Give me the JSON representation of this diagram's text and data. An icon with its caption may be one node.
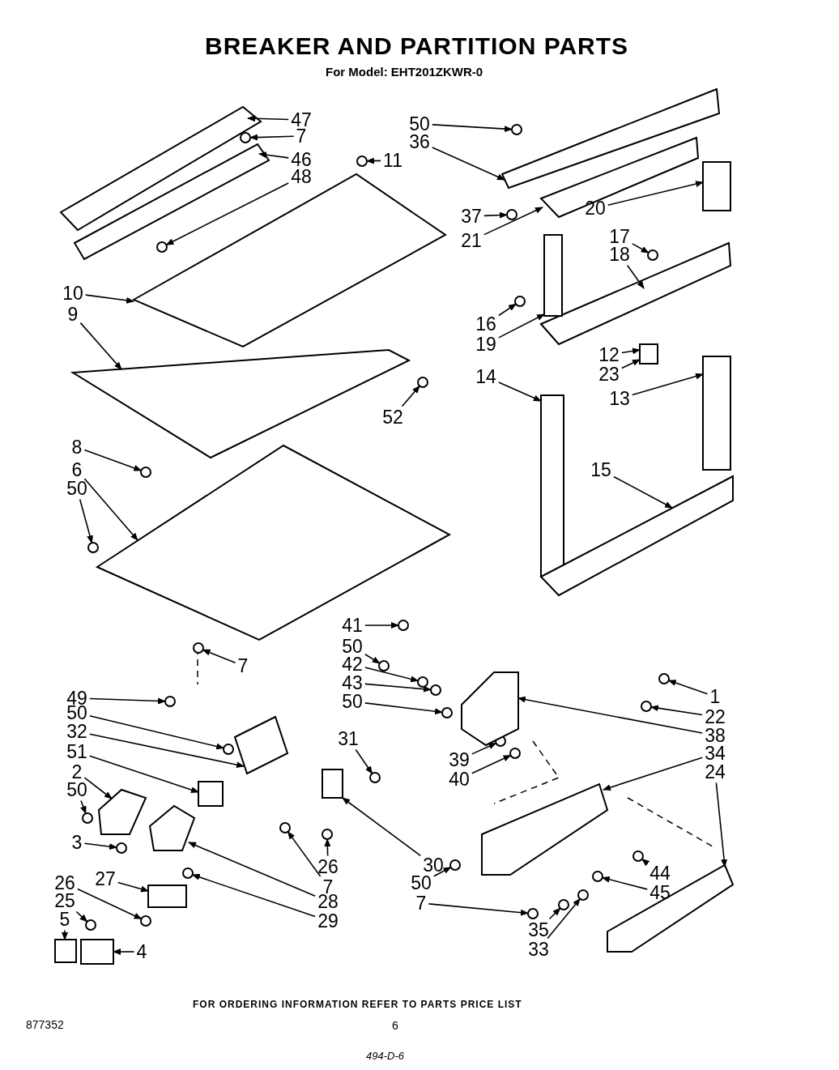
{
  "diagram": {
    "title": "BREAKER AND PARTITION PARTS",
    "nodes": [
      {
        "text": [
          "47"
        ]
      },
      {
        "text": [
          "7"
        ]
      },
      {
        "text": [
          "46"
        ]
      },
      {
        "text": [
          "48"
        ]
      },
      {
        "text": [
          "11"
        ]
      },
      {
        "text": [
          "50"
        ]
      },
      {
        "text": [
          "36"
        ]
      },
      {
        "text": [
          "37"
        ]
      },
      {
        "text": [
          "21"
        ]
      },
      {
        "text": [
          "20"
        ]
      },
      {
        "text": [
          "17"
        ]
      },
      {
        "text": [
          "18"
        ]
      },
      {
        "text": [
          "10"
        ]
      },
      {
        "text": [
          "9"
        ]
      },
      {
        "text": [
          "16"
        ]
      },
      {
        "text": [
          "19"
        ]
      },
      {
        "text": [
          "12"
        ]
      },
      {
        "text": [
          "23"
        ]
      },
      {
        "text": [
          "13"
        ]
      },
      {
        "text": [
          "14"
        ]
      },
      {
        "text": [
          "52"
        ]
      },
      {
        "text": [
          "15"
        ]
      },
      {
        "text": [
          "8"
        ]
      },
      {
        "text": [
          "6"
        ]
      },
      {
        "text": [
          "50"
        ]
      },
      {
        "text": [
          "7"
        ]
      },
      {
        "text": [
          "41"
        ]
      },
      {
        "text": [
          "50"
        ]
      },
      {
        "text": [
          "42"
        ]
      },
      {
        "text": [
          "43"
        ]
      },
      {
        "text": [
          "50"
        ]
      },
      {
        "text": [
          "31"
        ]
      },
      {
        "text": [
          "39"
        ]
      },
      {
        "text": [
          "40"
        ]
      },
      {
        "text": [
          "49"
        ]
      },
      {
        "text": [
          "50"
        ]
      },
      {
        "text": [
          "32"
        ]
      },
      {
        "text": [
          "51"
        ]
      },
      {
        "text": [
          "2"
        ]
      },
      {
        "text": [
          "50"
        ]
      },
      {
        "text": [
          "3"
        ]
      },
      {
        "text": [
          "26"
        ]
      },
      {
        "text": [
          "7"
        ]
      },
      {
        "text": [
          "28"
        ]
      },
      {
        "text": [
          "29"
        ]
      },
      {
        "text": [
          "27"
        ]
      },
      {
        "text": [
          "26"
        ]
      },
      {
        "text": [
          "25"
        ]
      },
      {
        "text": [
          "5"
        ]
      },
      {
        "text": [
          "4"
        ]
      },
      {
        "text": [
          "30"
        ]
      },
      {
        "text": [
          "50"
        ]
      },
      {
        "text": [
          "7"
        ]
      },
      {
        "text": [
          "35"
        ]
      },
      {
        "text": [
          "33"
        ]
      },
      {
        "text": [
          "1"
        ]
      },
      {
        "text": [
          "22"
        ]
      },
      {
        "text": [
          "38"
        ]
      },
      {
        "text": [
          "34"
        ]
      },
      {
        "text": [
          "24"
        ]
      },
      {
        "text": [
          "44"
        ]
      },
      {
        "text": [
          "45"
        ]
      },
      {
        "text": [],
        "shape": "box"
      },
      {
        "text": [],
        "shape": "circle"
      },
      {
        "text": [],
        "shape": "box"
      },
      {
        "text": [],
        "shape": "circle"
      },
      {
        "text": [],
        "shape": "circle"
      },
      {
        "text": [],
        "shape": "circle"
      },
      {
        "text": [],
        "shape": "box"
      },
      {
        "text": [],
        "shape": "circle"
      },
      {
        "text": [],
        "shape": "box"
      },
      {
        "text": [],
        "shape": "box"
      },
      {
        "text": [],
        "shape": "circle"
      },
      {
        "text": [],
        "shape": "box"
      },
      {
        "text": [],
        "shape": "box"
      },
      {
        "text": [],
        "shape": "box"
      },
      {
        "text": [],
        "shape": "circle"
      },
      {
        "text": [],
        "shape": "box"
      },
      {
        "text": [],
        "shape": "box"
      },
      {
        "text": [],
        "shape": "box"
      },
      {
        "text": [],
        "shape": "box"
      },
      {
        "text": [],
        "shape": "circle"
      },
      {
        "text": [],
        "shape": "box"
      },
      {
        "text": [],
        "shape": "circle"
      },
      {
        "text": [],
        "shape": "box"
      },
      {
        "text": [],
        "shape": "circle"
      },
      {
        "text": [],
        "shape": "circle"
      },
      {
        "text": [],
        "shape": "circle"
      },
      {
        "text": [],
        "shape": "circle"
      },
      {
        "text": [],
        "shape": "circle"
      },
      {
        "text": [],
        "shape": "circle"
      },
      {
        "text": [],
        "shape": "circle"
      },
      {
        "text": [],
        "shape": "circle"
      },
      {
        "text": [],
        "shape": "circle"
      },
      {
        "text": [],
        "shape": "circle"
      },
      {
        "text": [],
        "shape": "circle"
      },
      {
        "text": [],
        "shape": "circle"
      },
      {
        "text": [],
        "shape": "box"
      },
      {
        "text": [],
        "shape": "box"
      },
      {
        "text": [],
        "shape": "box"
      },
      {
        "text": [],
        "shape": "circle"
      },
      {
        "text": [],
        "shape": "circle"
      },
      {
        "text": [],
        "shape": "circle"
      },
      {
        "text": [],
        "shape": "circle"
      },
      {
        "text": [],
        "shape": "box"
      },
      {
        "text": [],
        "shape": "circle"
      },
      {
        "text": [],
        "shape": "box"
      },
      {
        "text": [],
        "shape": "circle"
      },
      {
        "text": [],
        "shape": "circle"
      },
      {
        "text": [],
        "shape": "box"
      },
      {
        "text": [],
        "shape": "box"
      },
      {
        "text": [],
        "shape": "box"
      },
      {
        "text": [],
        "shape": "circle"
      },
      {
        "text": [],
        "shape": "circle"
      },
      {
        "text": [],
        "shape": "circle"
      },
      {
        "text": [],
        "shape": "circle"
      },
      {
        "text": [],
        "shape": "circle"
      },
      {
        "text": [],
        "shape": "circle"
      },
      {
        "text": [],
        "shape": "box"
      },
      {
        "text": [],
        "shape": "box"
      },
      {
        "text": [],
        "shape": "box"
      },
      {
        "text": [],
        "shape": "circle"
      },
      {
        "text": [],
        "shape": "circle"
      }
    ],
    "edges": [
      {
        "from": 0,
        "to": 62,
        "arrow": "to"
      },
      {
        "from": 1,
        "to": 63,
        "arrow": "to"
      },
      {
        "from": 2,
        "to": 64,
        "arrow": "to"
      },
      {
        "from": 3,
        "to": 65,
        "arrow": "to"
      },
      {
        "from": 4,
        "to": 66,
        "arrow": "to"
      },
      {
        "from": 5,
        "to": 67,
        "arrow": "to"
      },
      {
        "from": 6,
        "to": 68,
        "arrow": "to"
      },
      {
        "from": 7,
        "to": 69,
        "arrow": "to"
      },
      {
        "from": 8,
        "to": 70,
        "arrow": "to"
      },
      {
        "from": 9,
        "to": 71,
        "arrow": "to"
      },
      {
        "from": 10,
        "to": 72,
        "arrow": "to"
      },
      {
        "from": 11,
        "to": 73,
        "arrow": "to"
      },
      {
        "from": 12,
        "to": 74,
        "arrow": "to"
      },
      {
        "from": 13,
        "to": 75,
        "arrow": "to"
      },
      {
        "from": 14,
        "to": 76,
        "arrow": "to"
      },
      {
        "from": 15,
        "to": 77,
        "arrow": "to"
      },
      {
        "from": 16,
        "to": 78,
        "arrow": "to"
      },
      {
        "from": 17,
        "to": 78,
        "arrow": "to"
      },
      {
        "from": 18,
        "to": 79,
        "arrow": "to"
      },
      {
        "from": 19,
        "to": 80,
        "arrow": "to"
      },
      {
        "from": 20,
        "to": 81,
        "arrow": "to"
      },
      {
        "from": 21,
        "to": 82,
        "arrow": "to"
      },
      {
        "from": 22,
        "to": 83,
        "arrow": "to"
      },
      {
        "from": 23,
        "to": 84,
        "arrow": "to"
      },
      {
        "from": 24,
        "to": 85,
        "arrow": "to"
      },
      {
        "from": 25,
        "to": 86,
        "arrow": "to"
      },
      {
        "from": 26,
        "to": 87,
        "arrow": "to"
      },
      {
        "from": 27,
        "to": 88,
        "arrow": "to"
      },
      {
        "from": 28,
        "to": 89,
        "arrow": "to"
      },
      {
        "from": 29,
        "to": 90,
        "arrow": "to"
      },
      {
        "from": 30,
        "to": 91,
        "arrow": "to"
      },
      {
        "from": 31,
        "to": 92,
        "arrow": "to"
      },
      {
        "from": 32,
        "to": 93,
        "arrow": "to"
      },
      {
        "from": 33,
        "to": 94,
        "arrow": "to"
      },
      {
        "from": 34,
        "to": 95,
        "arrow": "to"
      },
      {
        "from": 35,
        "to": 96,
        "arrow": "to"
      },
      {
        "from": 36,
        "to": 97,
        "arrow": "to"
      },
      {
        "from": 37,
        "to": 98,
        "arrow": "to"
      },
      {
        "from": 38,
        "to": 99,
        "arrow": "to"
      },
      {
        "from": 39,
        "to": 100,
        "arrow": "to"
      },
      {
        "from": 40,
        "to": 101,
        "arrow": "to"
      },
      {
        "from": 41,
        "to": 102,
        "arrow": "to"
      },
      {
        "from": 42,
        "to": 103,
        "arrow": "to"
      },
      {
        "from": 43,
        "to": 104,
        "arrow": "to"
      },
      {
        "from": 44,
        "to": 105,
        "arrow": "to"
      },
      {
        "from": 45,
        "to": 106,
        "arrow": "to"
      },
      {
        "from": 46,
        "to": 107,
        "arrow": "to"
      },
      {
        "from": 47,
        "to": 108,
        "arrow": "to"
      },
      {
        "from": 48,
        "to": 109,
        "arrow": "to"
      },
      {
        "from": 49,
        "to": 110,
        "arrow": "to"
      },
      {
        "from": 50,
        "to": 111,
        "arrow": "to"
      },
      {
        "from": 51,
        "to": 112,
        "arrow": "to"
      },
      {
        "from": 52,
        "to": 113,
        "arrow": "to"
      },
      {
        "from": 53,
        "to": 114,
        "arrow": "to"
      },
      {
        "from": 54,
        "to": 115,
        "arrow": "to"
      },
      {
        "from": 55,
        "to": 116,
        "arrow": "to"
      },
      {
        "from": 56,
        "to": 117,
        "arrow": "to"
      },
      {
        "from": 57,
        "to": 118,
        "arrow": "to"
      },
      {
        "from": 58,
        "to": 119,
        "arrow": "to"
      },
      {
        "from": 59,
        "to": 120,
        "arrow": "to"
      },
      {
        "from": 60,
        "to": 121,
        "arrow": "to"
      },
      {
        "from": 61,
        "to": 122,
        "arrow": "to"
      }
    ],
    "labels": [
      "For Model: EHT201ZKWR-0",
      "FOR ORDERING INFORMATION REFER TO PARTS PRICE LIST",
      "877352",
      "6",
      "494-D-6"
    ]
  }
}
